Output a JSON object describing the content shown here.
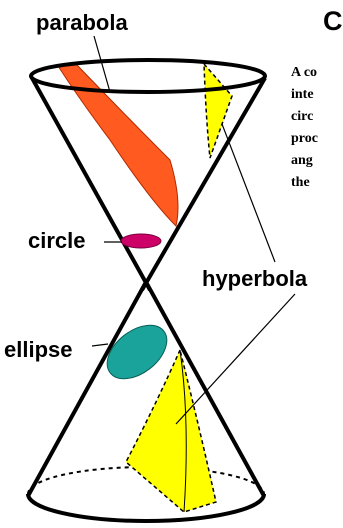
{
  "heading_fragment": "C",
  "paragraph_lines": [
    "A co",
    "inte",
    "circ",
    "proc",
    "ang",
    "the"
  ],
  "labels": {
    "parabola": "parabola",
    "circle": "circle",
    "hyperbola": "hyperbola",
    "ellipse": "ellipse"
  },
  "colors": {
    "parabola": "#ff5a1f",
    "circle": "#cc0066",
    "ellipse": "#1aa39a",
    "hyperbola": "#ffff00",
    "outline": "#000000"
  }
}
